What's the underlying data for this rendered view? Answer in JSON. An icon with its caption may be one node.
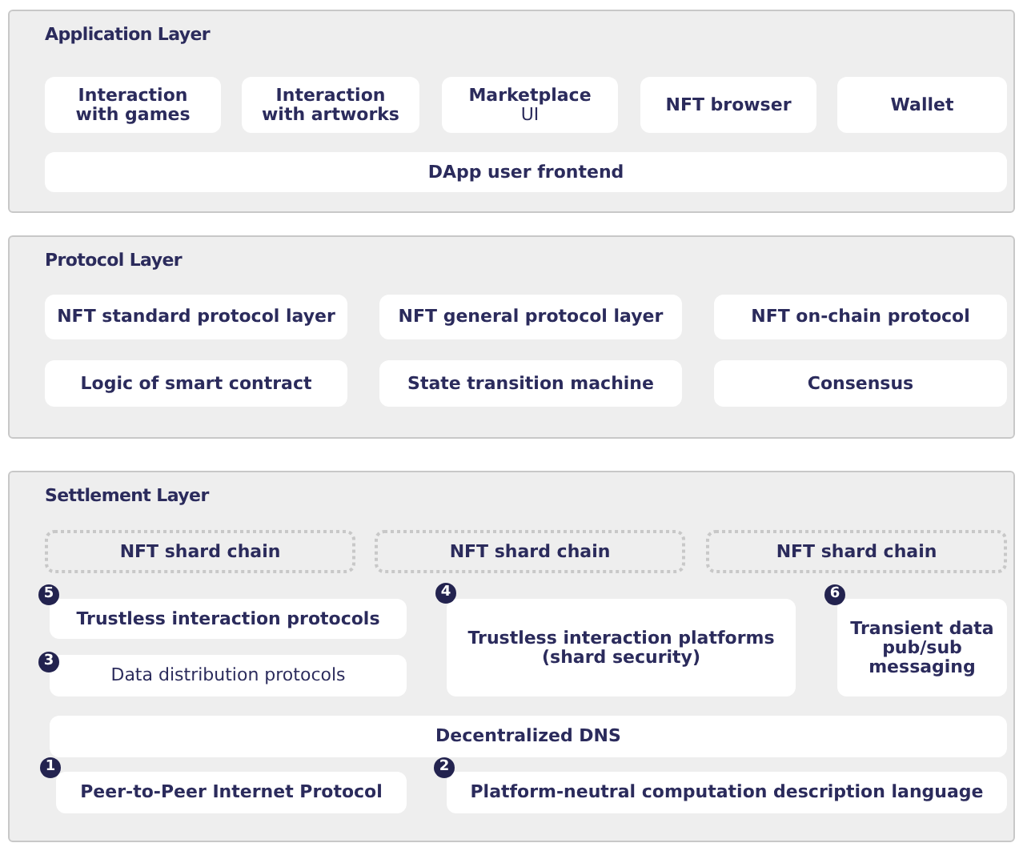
{
  "diagram": {
    "nodes": [
      {
        "text": [
          "Application Layer"
        ]
      },
      {
        "text": [
          "Interaction with games"
        ],
        "in": 0
      },
      {
        "text": [
          "Interaction with artworks"
        ],
        "in": 0
      },
      {
        "text": [
          "Marketplace",
          "UI"
        ],
        "in": 0
      },
      {
        "text": [
          "NFT browser"
        ],
        "in": 0
      },
      {
        "text": [
          "Wallet"
        ],
        "in": 0
      },
      {
        "text": [
          "DApp user frontend"
        ],
        "in": 0
      },
      {
        "text": [
          "Protocol Layer"
        ]
      },
      {
        "text": [
          "NFT standard protocol layer"
        ],
        "in": 7
      },
      {
        "text": [
          "NFT general protocol layer"
        ],
        "in": 7
      },
      {
        "text": [
          "NFT on-chain protocol"
        ],
        "in": 7
      },
      {
        "text": [
          "Logic of smart contract"
        ],
        "in": 7
      },
      {
        "text": [
          "State transition machine"
        ],
        "in": 7
      },
      {
        "text": [
          "Consensus"
        ],
        "in": 7
      },
      {
        "text": [
          "Settlement Layer"
        ]
      },
      {
        "text": [
          "NFT shard chain"
        ],
        "in": 14
      },
      {
        "text": [
          "NFT shard chain"
        ],
        "in": 14
      },
      {
        "text": [
          "NFT shard chain"
        ],
        "in": 14
      },
      {
        "text": [
          "Trustless interaction protocols"
        ],
        "in": 14,
        "beside": [
          "5"
        ]
      },
      {
        "text": [
          "Trustless interaction platforms (shard security)"
        ],
        "in": 14,
        "beside": [
          "4"
        ]
      },
      {
        "text": [
          "Transient data pub/sub messaging"
        ],
        "in": 14,
        "beside": [
          "6"
        ]
      },
      {
        "text": [
          "Data distribution protocols"
        ],
        "in": 14,
        "beside": [
          "3"
        ]
      },
      {
        "text": [
          "Decentralized DNS"
        ],
        "in": 14
      },
      {
        "text": [
          "Peer-to-Peer Internet Protocol"
        ],
        "in": 14,
        "beside": [
          "1"
        ]
      },
      {
        "text": [
          "Platform-neutral computation description language"
        ],
        "in": 14,
        "beside": [
          "2"
        ]
      }
    ]
  }
}
